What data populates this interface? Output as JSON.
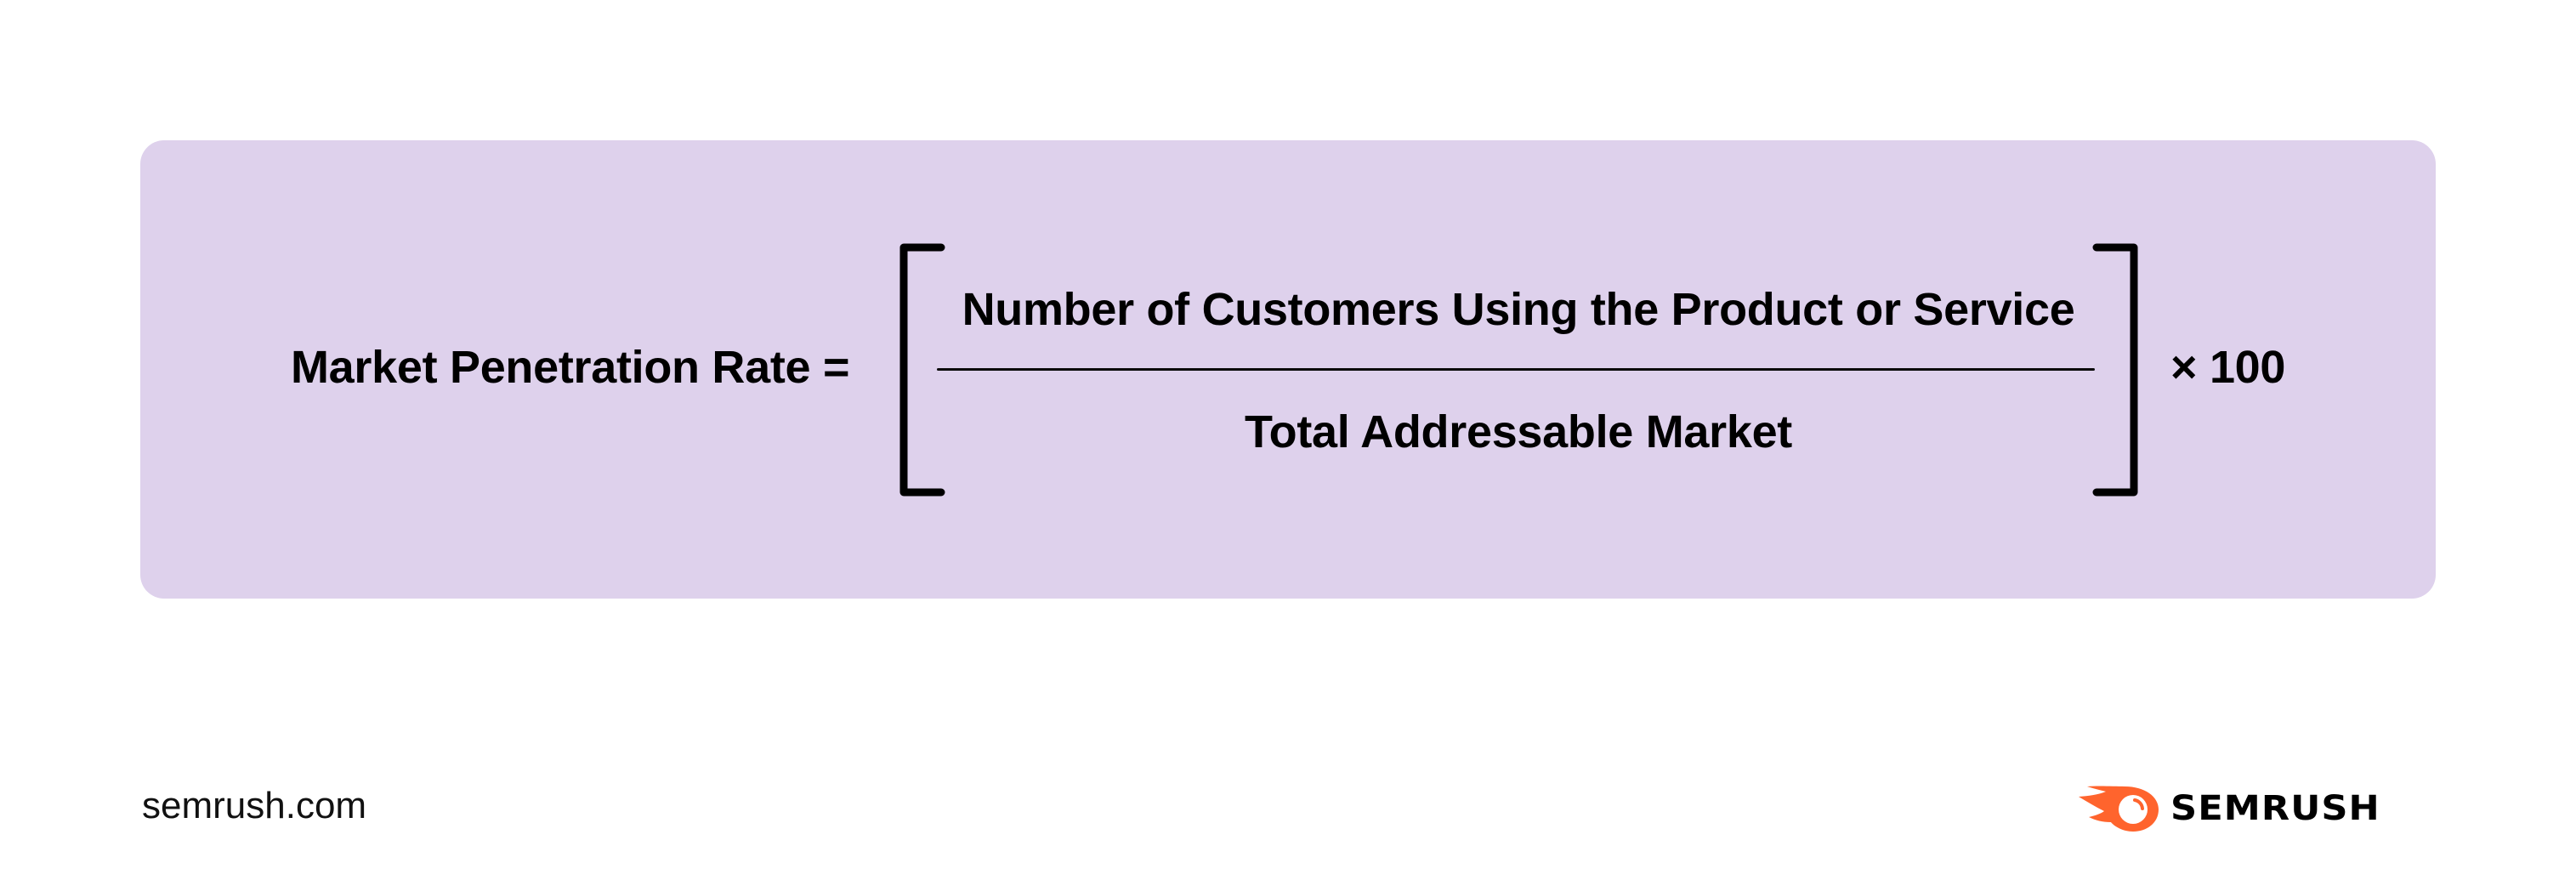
{
  "formula": {
    "lhs_label": "Market Penetration Rate =",
    "numerator": "Number of Customers Using the Product or Service",
    "denominator": "Total Addressable Market",
    "multiplier": "× 100"
  },
  "footer": {
    "domain": "semrush.com",
    "brand_name": "SEMRUSH",
    "brand_icon": "semrush-fireball-icon"
  },
  "colors": {
    "card_background": "#DED1EC",
    "text": "#000000",
    "brand_orange": "#FF642D",
    "page_background": "#FFFFFF"
  }
}
